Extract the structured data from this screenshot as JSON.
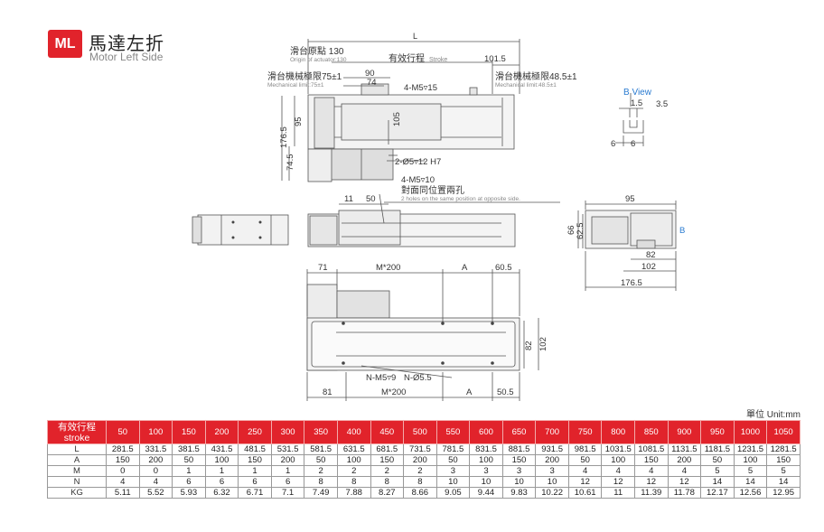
{
  "header": {
    "badge": "ML",
    "title_zh": "馬達左折",
    "title_en": "Motor Left Side"
  },
  "drawing": {
    "dim_L": "L",
    "origin_zh": "滑台原點 130",
    "origin_en": "Origin of actuator:130",
    "stroke_zh": "有效行程",
    "stroke_en": "Stroke",
    "d101_5": "101.5",
    "mech_left_zh": "滑台機械極限75±1",
    "mech_left_en": "Mechanical limit:75±1",
    "mech_right_zh": "滑台機械極限48.5±1",
    "mech_right_en": "Mechanical limit:48.5±1",
    "d90": "90",
    "d74": "74",
    "m5_15": "4-M5▿15",
    "d95": "95",
    "d105": "105",
    "d176_5": "176.5",
    "d74_5": "74.5",
    "hole": "2-Ø5▿12 H7",
    "m5_10": "4-M5▿10",
    "opp_zh": "對面同位置兩孔",
    "opp_en": "2 holes on the same position at opposite side.",
    "d11": "11",
    "d50": "50",
    "bview": "B View",
    "b1_5": "1.5",
    "b3_5": "3.5",
    "b6a": "6",
    "b6b": "6",
    "e95": "95",
    "e66": "66",
    "e62_5": "62.5",
    "e82": "82",
    "e102": "102",
    "e176_5": "176.5",
    "eB": "B",
    "t71": "71",
    "tM200": "M*200",
    "tA": "A",
    "t60_5": "60.5",
    "t82": "82",
    "t102": "102",
    "nm5": "N-M5▿9",
    "nd5": "N-Ø5.5",
    "b81": "81",
    "bM200": "M*200",
    "bA": "A",
    "b50_5": "50.5"
  },
  "unit": "單位 Unit:mm",
  "table": {
    "corner_zh": "有效行程",
    "corner_en": "stroke",
    "strokes": [
      "50",
      "100",
      "150",
      "200",
      "250",
      "300",
      "350",
      "400",
      "450",
      "500",
      "550",
      "600",
      "650",
      "700",
      "750",
      "800",
      "850",
      "900",
      "950",
      "1000",
      "1050"
    ],
    "rows": [
      {
        "label": "L",
        "values": [
          "281.5",
          "331.5",
          "381.5",
          "431.5",
          "481.5",
          "531.5",
          "581.5",
          "631.5",
          "681.5",
          "731.5",
          "781.5",
          "831.5",
          "881.5",
          "931.5",
          "981.5",
          "1031.5",
          "1081.5",
          "1131.5",
          "1181.5",
          "1231.5",
          "1281.5"
        ]
      },
      {
        "label": "A",
        "values": [
          "150",
          "200",
          "50",
          "100",
          "150",
          "200",
          "50",
          "100",
          "150",
          "200",
          "50",
          "100",
          "150",
          "200",
          "50",
          "100",
          "150",
          "200",
          "50",
          "100",
          "150"
        ]
      },
      {
        "label": "M",
        "values": [
          "0",
          "0",
          "1",
          "1",
          "1",
          "1",
          "2",
          "2",
          "2",
          "2",
          "3",
          "3",
          "3",
          "3",
          "4",
          "4",
          "4",
          "4",
          "5",
          "5",
          "5"
        ]
      },
      {
        "label": "N",
        "values": [
          "4",
          "4",
          "6",
          "6",
          "6",
          "6",
          "8",
          "8",
          "8",
          "8",
          "10",
          "10",
          "10",
          "10",
          "12",
          "12",
          "12",
          "12",
          "14",
          "14",
          "14"
        ]
      },
      {
        "label": "KG",
        "values": [
          "5.11",
          "5.52",
          "5.93",
          "6.32",
          "6.71",
          "7.1",
          "7.49",
          "7.88",
          "8.27",
          "8.66",
          "9.05",
          "9.44",
          "9.83",
          "10.22",
          "10.61",
          "11",
          "11.39",
          "11.78",
          "12.17",
          "12.56",
          "12.95"
        ]
      }
    ]
  },
  "colors": {
    "accent": "#e1232b",
    "blue": "#2a7bd0"
  }
}
